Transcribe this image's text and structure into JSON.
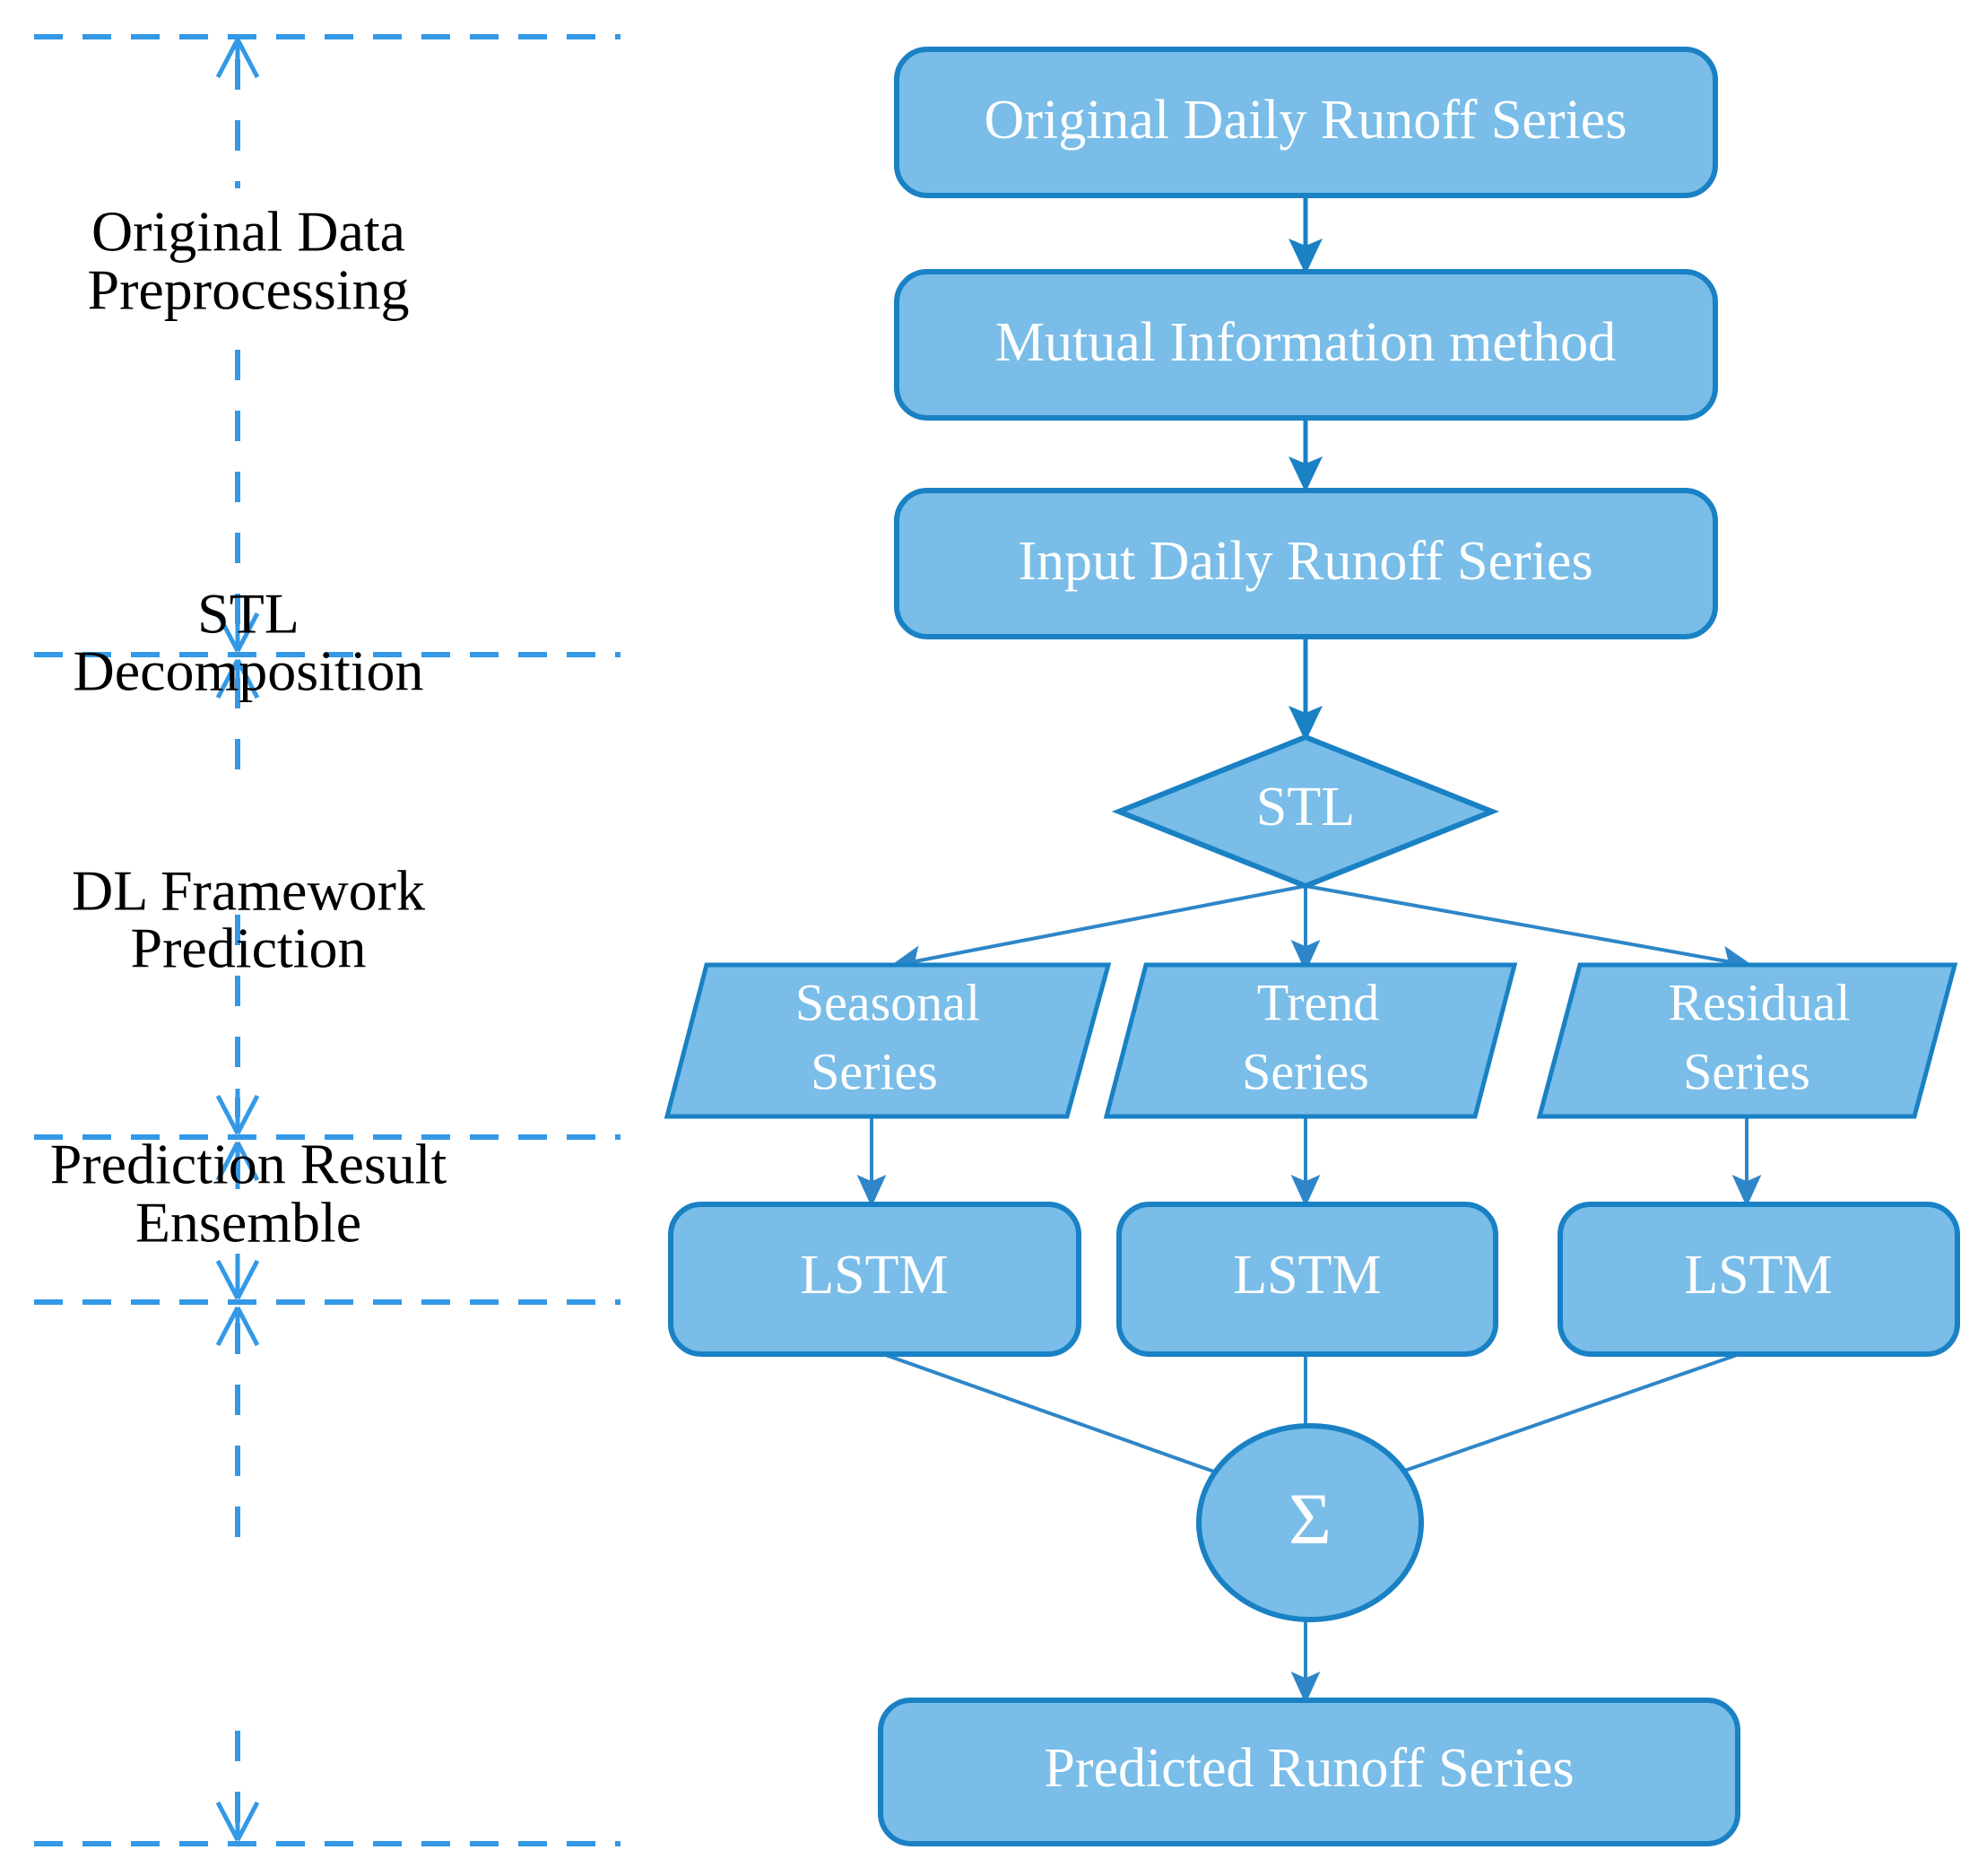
{
  "diagram": {
    "title": "STL-LSTM daily runoff prediction framework flowchart",
    "colors": {
      "node_fill": "#79BDE8",
      "node_border": "#1981C4",
      "node_text": "#ffffff",
      "divider": "#3399E6",
      "stage_text": "#000000",
      "background": "#ffffff"
    },
    "stages": [
      {
        "id": "stage-preprocessing",
        "line1": "Original Data",
        "line2": "Preprocessing"
      },
      {
        "id": "stage-stl",
        "line1": "STL",
        "line2": "Decomposition"
      },
      {
        "id": "stage-dl",
        "line1": "DL Framework",
        "line2": "Prediction"
      },
      {
        "id": "stage-ensemble",
        "line1": "Prediction Result",
        "line2": "Ensemble"
      }
    ],
    "nodes": {
      "original_series": {
        "label": "Original Daily Runoff Series",
        "shape": "rounded-rect"
      },
      "mutual_information": {
        "label": "Mutual Information method",
        "shape": "rounded-rect"
      },
      "input_series": {
        "label": "Input Daily Runoff Series",
        "shape": "rounded-rect"
      },
      "stl": {
        "label": "STL",
        "shape": "diamond"
      },
      "seasonal": {
        "line1": "Seasonal",
        "line2": "Series",
        "shape": "parallelogram"
      },
      "trend": {
        "line1": "Trend",
        "line2": "Series",
        "shape": "parallelogram"
      },
      "residual": {
        "line1": "Residual",
        "line2": "Series",
        "shape": "parallelogram"
      },
      "lstm_seasonal": {
        "label": "LSTM",
        "shape": "rounded-rect"
      },
      "lstm_trend": {
        "label": "LSTM",
        "shape": "rounded-rect"
      },
      "lstm_residual": {
        "label": "LSTM",
        "shape": "rounded-rect"
      },
      "sum": {
        "label": "Σ",
        "shape": "ellipse"
      },
      "predicted_series": {
        "label": "Predicted Runoff Series",
        "shape": "rounded-rect"
      }
    }
  }
}
